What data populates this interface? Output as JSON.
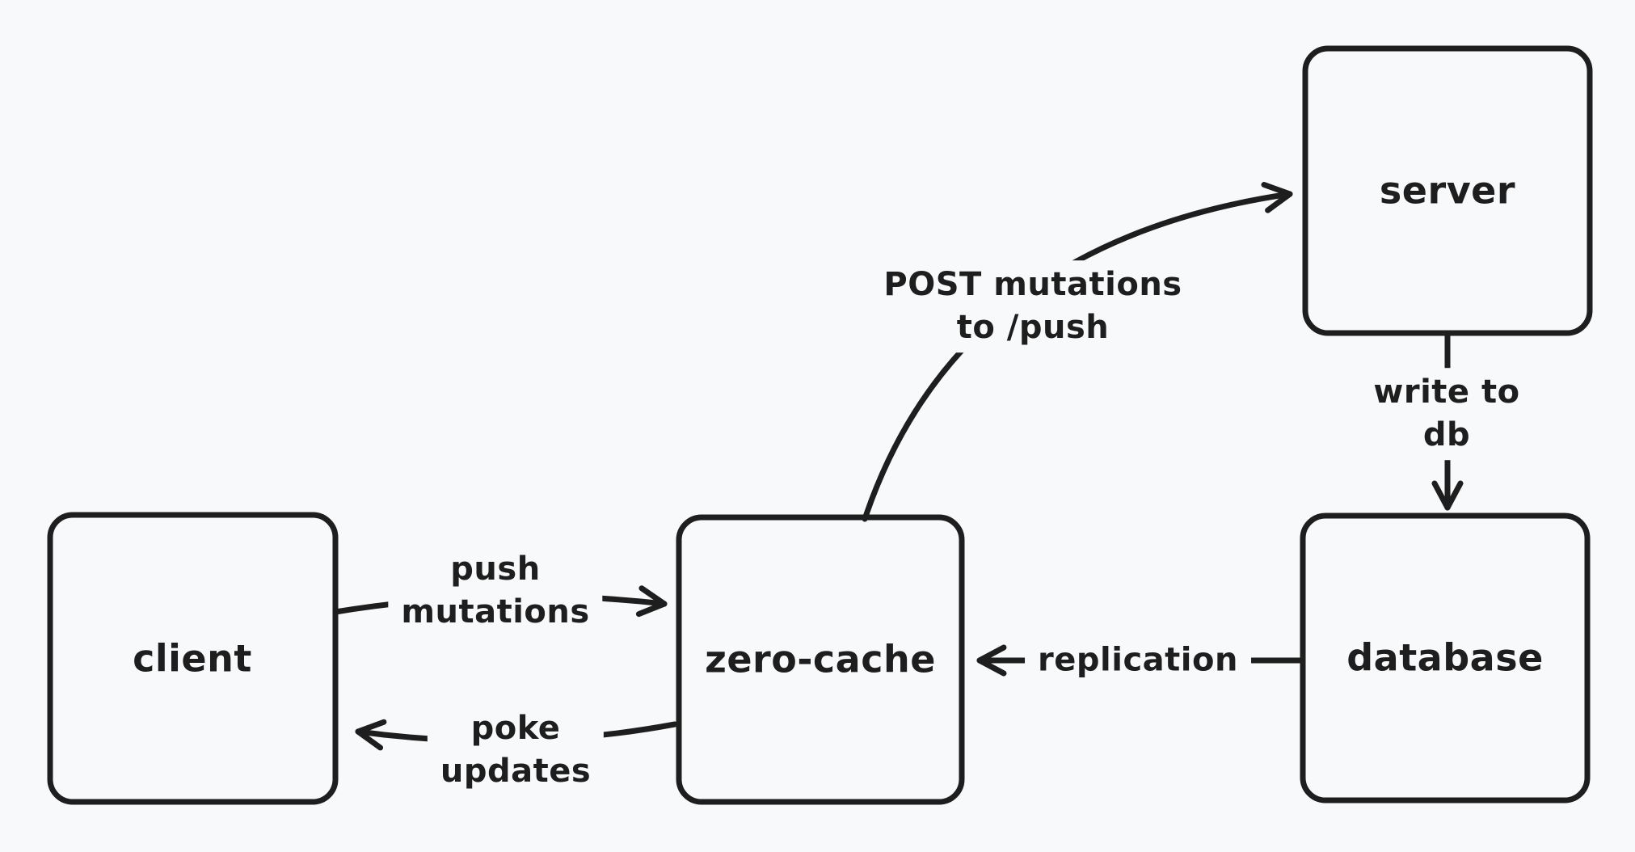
{
  "canvas": {
    "background_color": "#f8f9fb",
    "stroke_color": "#1e1e1e",
    "style": "hand-drawn-diagram"
  },
  "nodes": [
    {
      "id": "client",
      "label": "client"
    },
    {
      "id": "zero-cache",
      "label": "zero-cache"
    },
    {
      "id": "server",
      "label": "server"
    },
    {
      "id": "database",
      "label": "database"
    }
  ],
  "edges": [
    {
      "id": "push-mutations",
      "label": "push\nmutations",
      "from": "client",
      "to": "zero-cache"
    },
    {
      "id": "poke-updates",
      "label": "poke\nupdates",
      "from": "zero-cache",
      "to": "client"
    },
    {
      "id": "post-mutations",
      "label": "POST mutations\nto /push",
      "from": "zero-cache",
      "to": "server"
    },
    {
      "id": "write-to-db",
      "label": "write to db",
      "from": "server",
      "to": "database"
    },
    {
      "id": "replication",
      "label": "replication",
      "from": "database",
      "to": "zero-cache"
    }
  ]
}
